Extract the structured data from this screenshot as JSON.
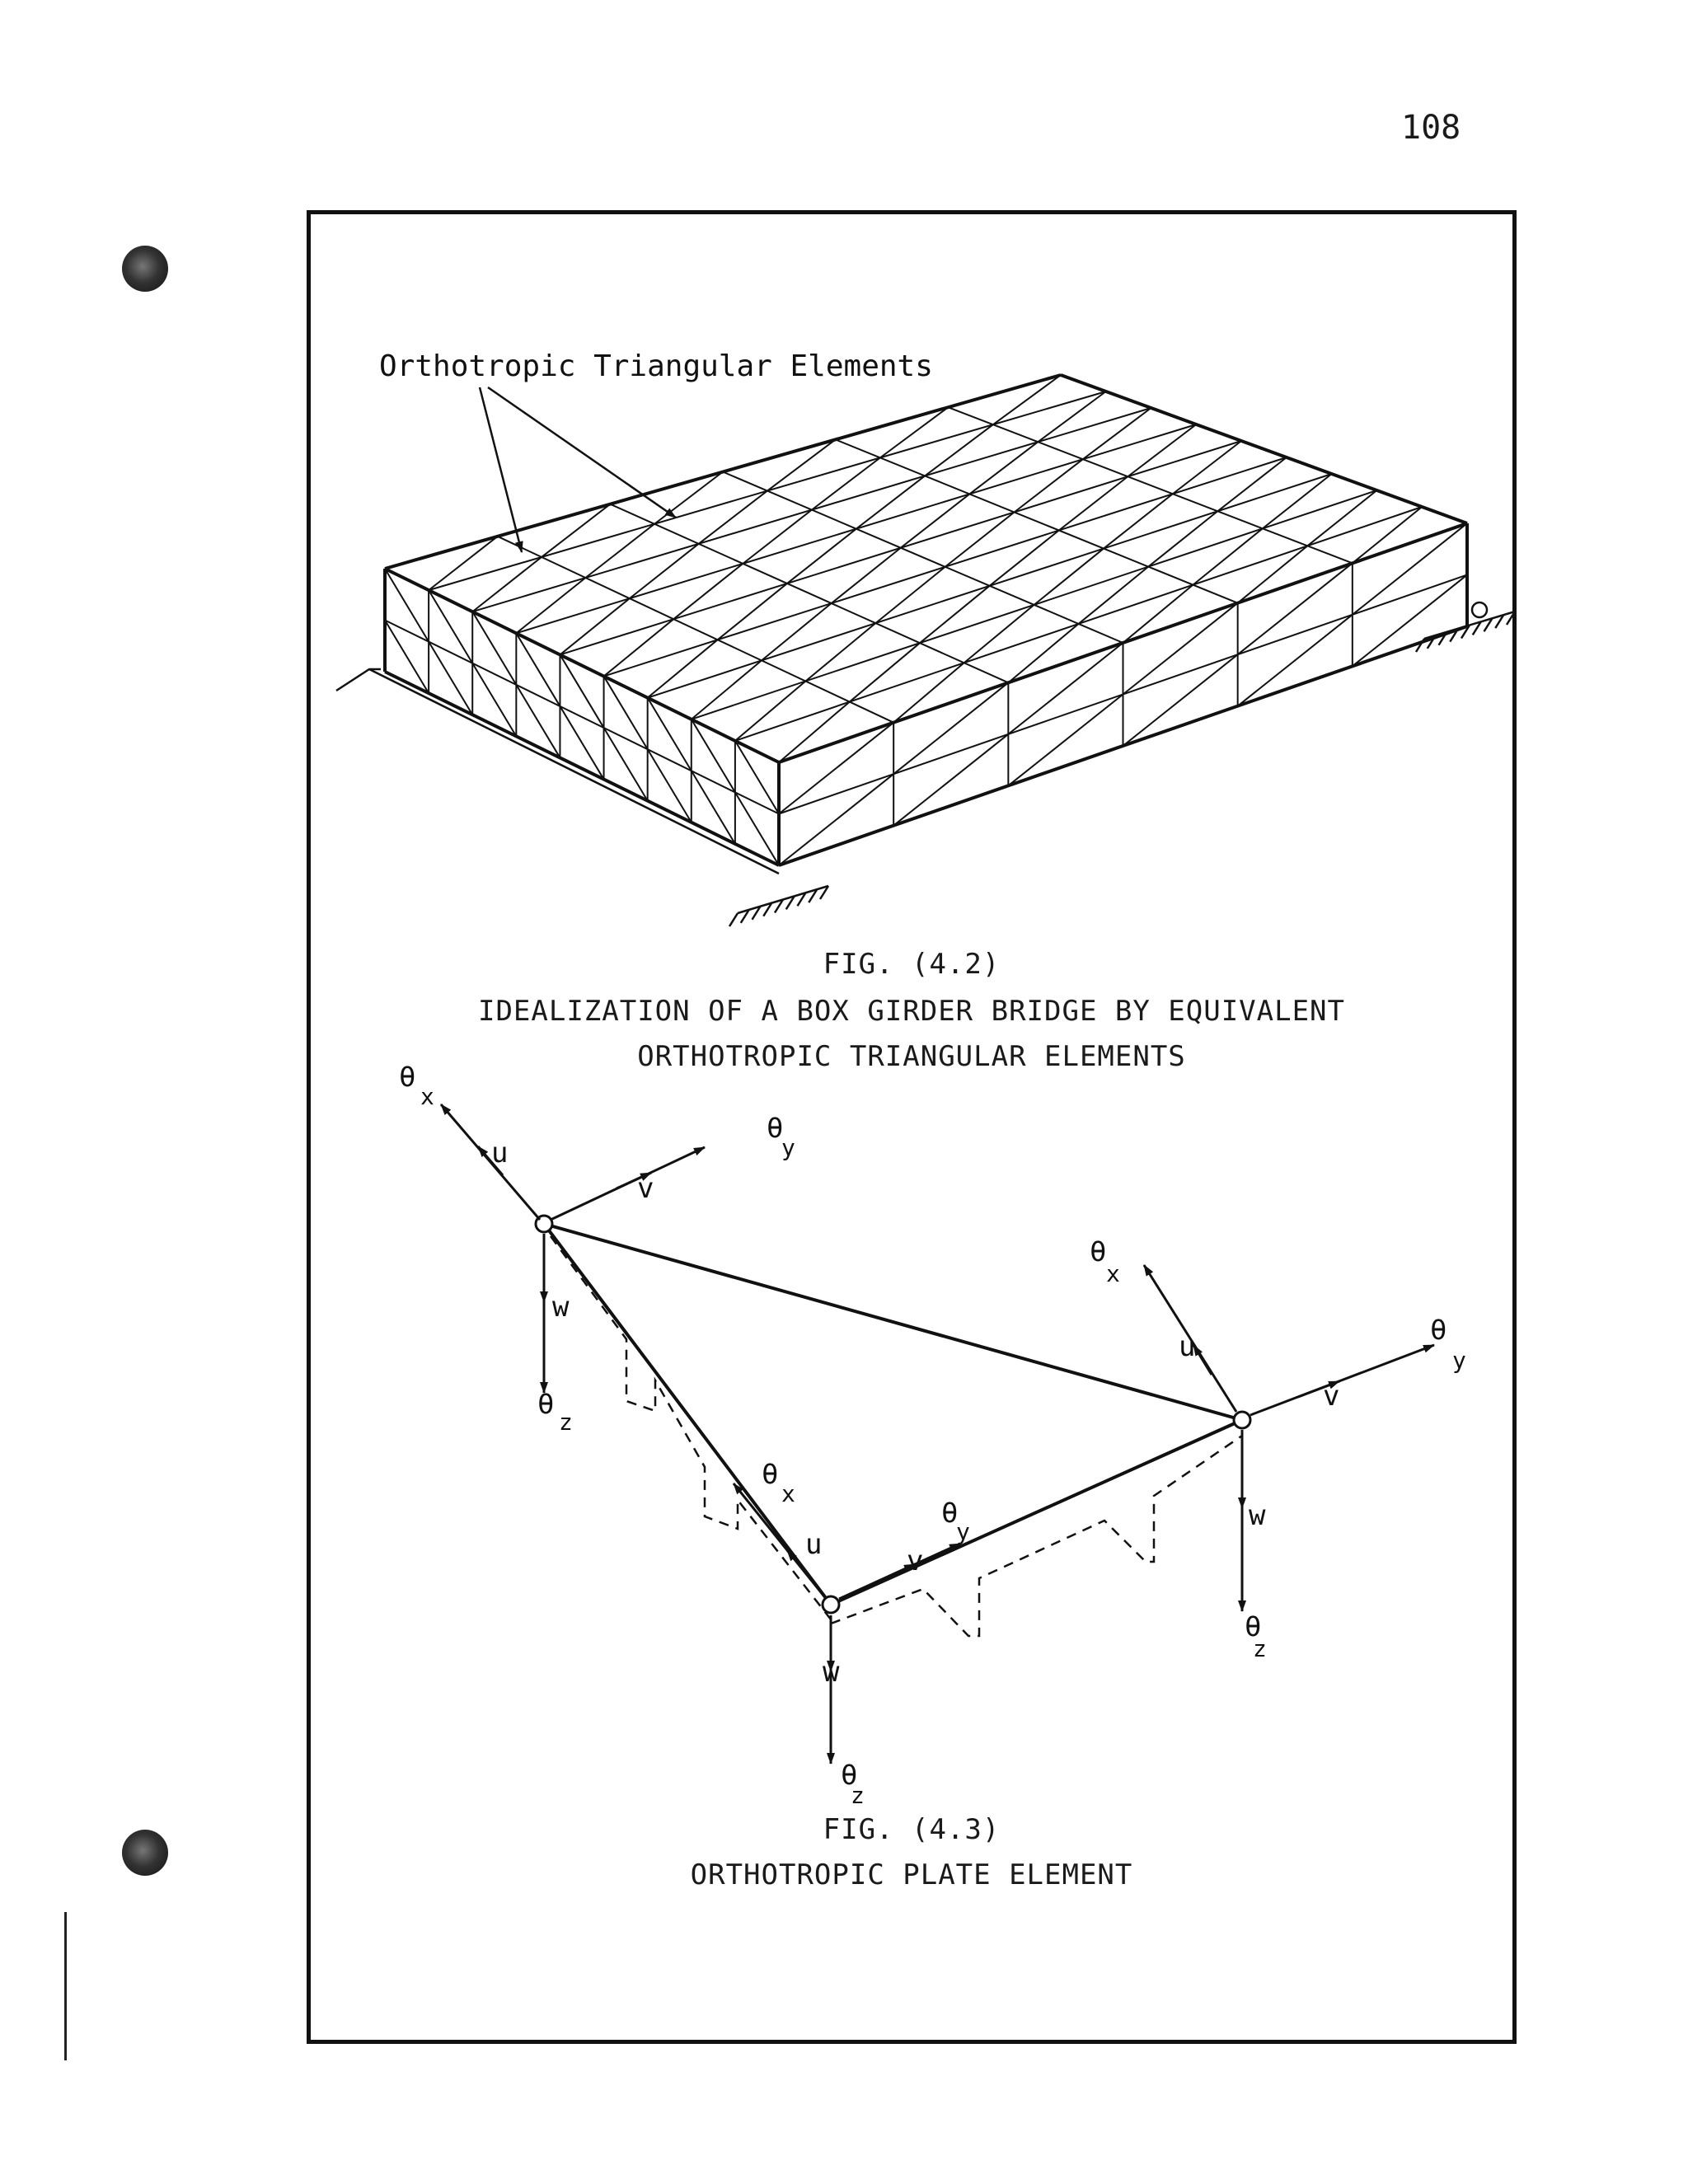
{
  "page": {
    "number": "108"
  },
  "figure_4_2": {
    "callout_label": "Orthotropic Triangular Elements",
    "number": "FIG. (4.2)",
    "title_line1": "IDEALIZATION OF A BOX GIRDER BRIDGE BY EQUIVALENT",
    "title_line2": "ORTHOTROPIC TRIANGULAR ELEMENTS"
  },
  "figure_4_3": {
    "number": "FIG. (4.3)",
    "title": "ORTHOTROPIC PLATE ELEMENT",
    "labels": {
      "theta": "θ",
      "x": "x",
      "y": "y",
      "z": "z",
      "u": "u",
      "v": "v",
      "w": "w"
    }
  }
}
